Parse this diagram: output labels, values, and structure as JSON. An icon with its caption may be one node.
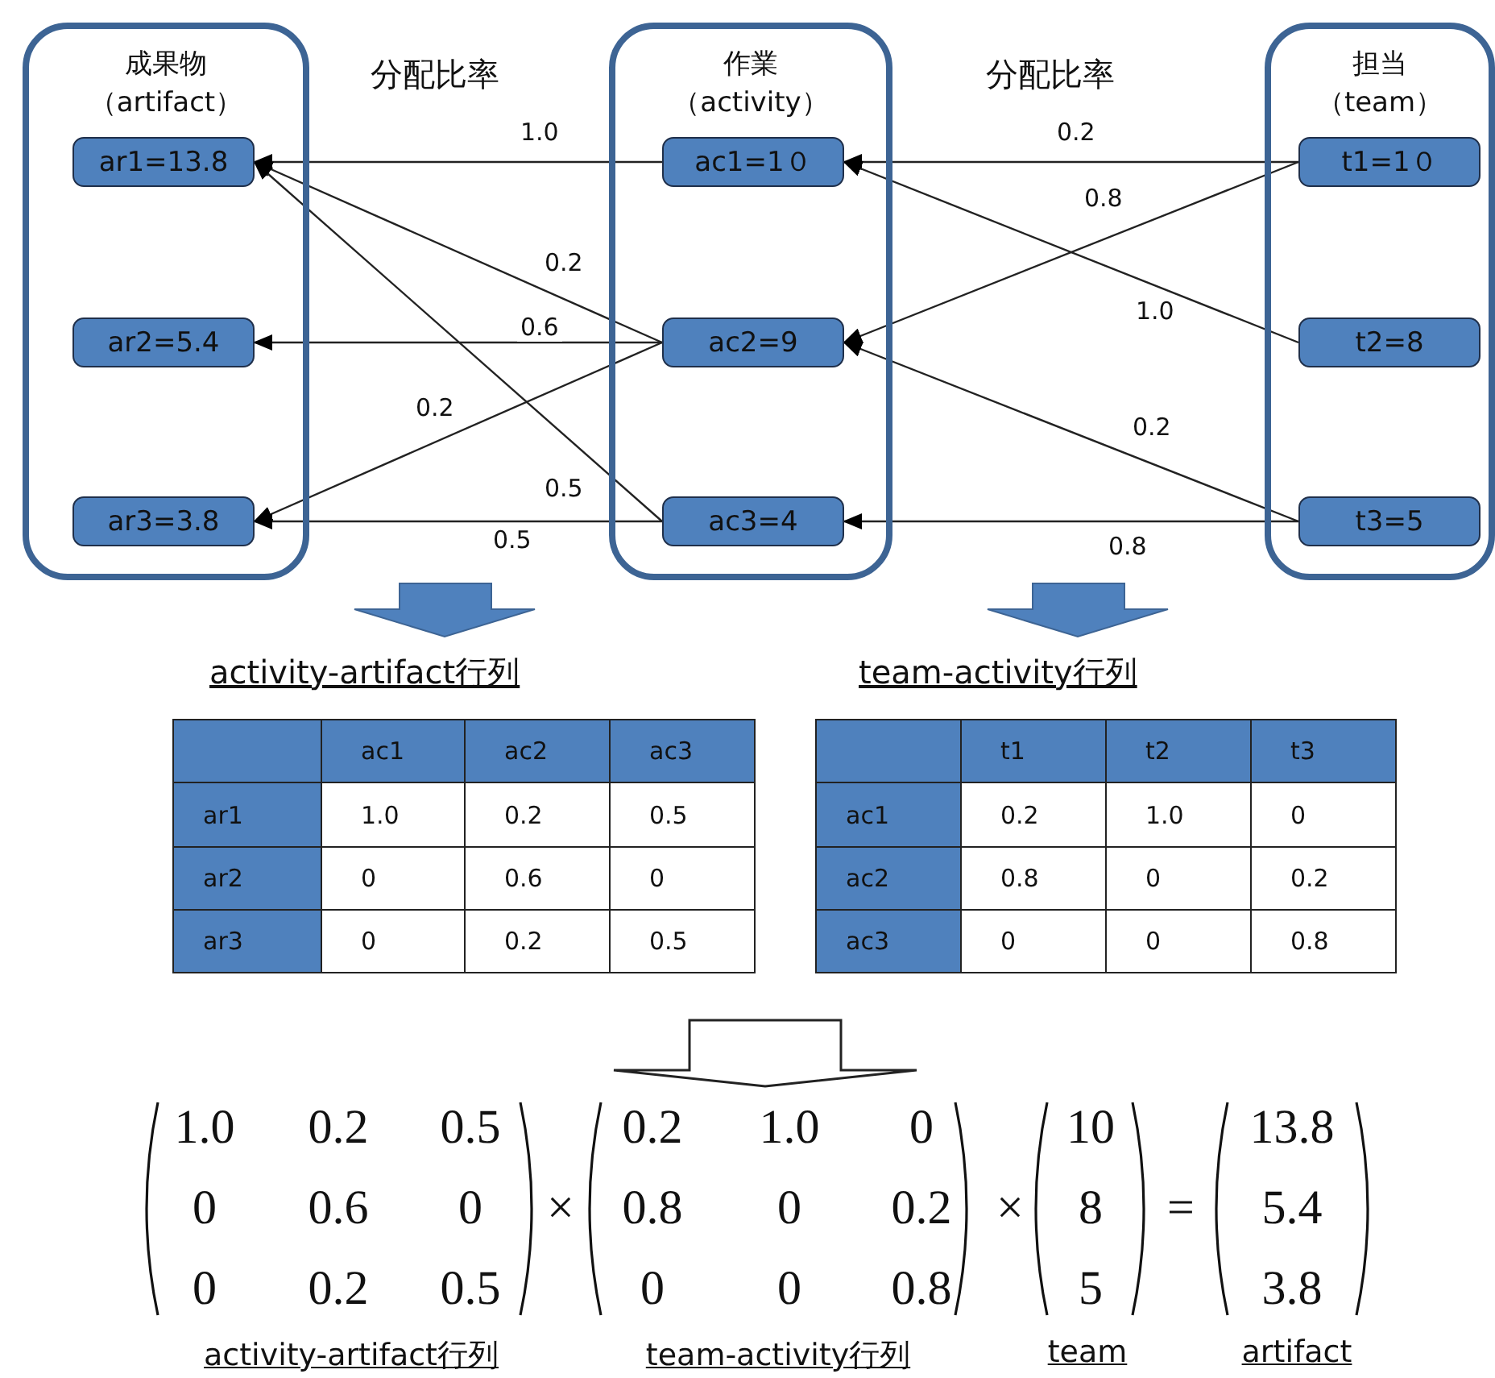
{
  "diagram": {
    "nodes": [
      {
        "text": [
          "成果物",
          "（artifact）"
        ]
      },
      {
        "text": [
          "ar1=13.8"
        ],
        "in": 0
      },
      {
        "text": [
          "ar2=5.4"
        ],
        "in": 0
      },
      {
        "text": [
          "ar3=3.8"
        ],
        "in": 0
      },
      {
        "text": [
          "作業",
          "（activity）"
        ]
      },
      {
        "text": [
          "ac1=1０"
        ],
        "in": 4
      },
      {
        "text": [
          "ac2=9"
        ],
        "in": 4
      },
      {
        "text": [
          "ac3=4"
        ],
        "in": 4
      },
      {
        "text": [
          "担当",
          "（team）"
        ]
      },
      {
        "text": [
          "t1=1０"
        ],
        "in": 8
      },
      {
        "text": [
          "t2=8"
        ],
        "in": 8
      },
      {
        "text": [
          "t3=5"
        ],
        "in": 8
      }
    ],
    "edges": [
      {
        "from": 5,
        "to": 1,
        "arrow": "to",
        "label": "1.0"
      },
      {
        "from": 6,
        "to": 1,
        "arrow": "to",
        "label": "0.2"
      },
      {
        "from": 6,
        "to": 2,
        "arrow": "to",
        "label": "0.6"
      },
      {
        "from": 6,
        "to": 3,
        "arrow": "to",
        "label": "0.2"
      },
      {
        "from": 7,
        "to": 1,
        "arrow": "to",
        "label": "0.5"
      },
      {
        "from": 7,
        "to": 3,
        "arrow": "to",
        "label": "0.5"
      },
      {
        "from": 9,
        "to": 5,
        "arrow": "to",
        "label": "0.2"
      },
      {
        "from": 9,
        "to": 6,
        "arrow": "to",
        "label": "0.8"
      },
      {
        "from": 10,
        "to": 5,
        "arrow": "to",
        "label": "1.0"
      },
      {
        "from": 11,
        "to": 6,
        "arrow": "to",
        "label": "0.2"
      },
      {
        "from": 11,
        "to": 7,
        "arrow": "to",
        "label": "0.8"
      }
    ],
    "labels": [
      "分配比率",
      "分配比率",
      "activity-artifact行列",
      "team-activity行列",
      "ac1",
      "ac2",
      "ac3",
      "ar1",
      "1.0",
      "0.2",
      "0.5",
      "ar2",
      "0",
      "0.6",
      "0",
      "ar3",
      "0",
      "0.2",
      "0.5",
      "t1",
      "t2",
      "t3",
      "ac1",
      "0.2",
      "1.0",
      "0",
      "ac2",
      "0.8",
      "0",
      "0.2",
      "ac3",
      "0",
      "0",
      "0.8",
      "1.0",
      "0.2",
      "0.5",
      "0",
      "0.6",
      "0",
      "0",
      "0.2",
      "0.5",
      "×",
      "0.2",
      "1.0",
      "0",
      "0.8",
      "0",
      "0.2",
      "0",
      "0",
      "0.8",
      "×",
      "10",
      "8",
      "5",
      "=",
      "13.8",
      "5.4",
      "3.8",
      "activity-artifact行列",
      "team-activity行列",
      "team",
      "artifact"
    ]
  }
}
